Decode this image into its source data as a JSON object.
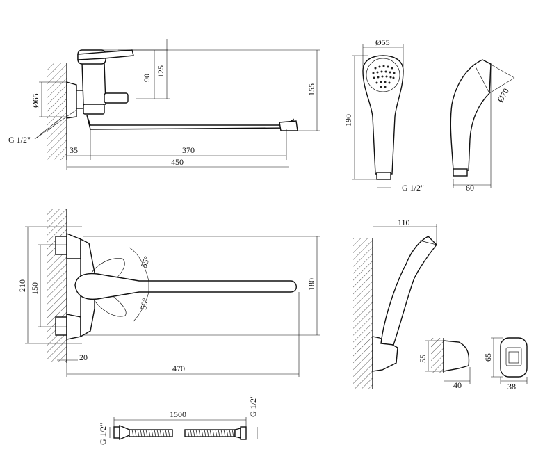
{
  "labels": {
    "d65": "Ø65",
    "g_left": "G 1/2\"",
    "h90": "90",
    "h125": "125",
    "h155": "155",
    "w35": "35",
    "w370": "370",
    "w450": "450",
    "d55": "Ø55",
    "h190": "190",
    "g_shower": "G 1/2\"",
    "d70": "Ø70",
    "w60": "60",
    "h210": "210",
    "h150": "150",
    "a55": "55°",
    "a50": "50°",
    "h180": "180",
    "w20": "20",
    "w470": "470",
    "w110": "110",
    "h55": "55",
    "w40": "40",
    "h65": "65",
    "w38": "38",
    "hose_len": "1500",
    "g_hose_left": "G 1/2\"",
    "g_hose_right": "G 1/2\""
  },
  "colors": {
    "line": "#111111",
    "background": "#ffffff",
    "hatch": "#333333"
  }
}
